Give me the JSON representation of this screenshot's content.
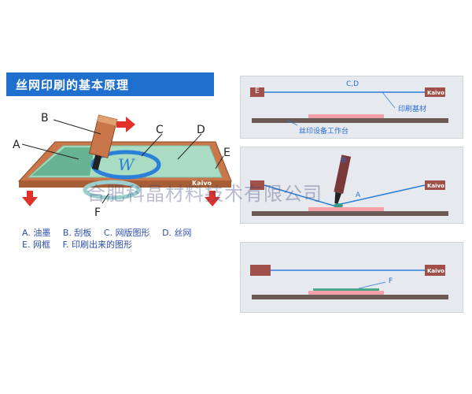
{
  "title": "丝网印刷的基本原理",
  "left_diagram": {
    "labels": {
      "a": "A",
      "b": "B",
      "c": "C",
      "d": "D",
      "e": "E",
      "f": "F"
    },
    "brand": "Kaivo",
    "screen_letter": "W"
  },
  "legend": {
    "row1": [
      {
        "key": "A.",
        "text": "油墨"
      },
      {
        "key": "B.",
        "text": "刮板"
      },
      {
        "key": "C.",
        "text": "网版图形"
      },
      {
        "key": "D.",
        "text": "丝网"
      }
    ],
    "row2": [
      {
        "key": "E.",
        "text": "网框"
      },
      {
        "key": "F.",
        "text": "印刷出来的图形"
      }
    ]
  },
  "panel1": {
    "label_e": "E",
    "label_cd": "C,D",
    "substrate": "印刷基材",
    "table": "丝印设备工作台",
    "brand": "Kaivo"
  },
  "panel2": {
    "label_b": "B",
    "label_a": "A",
    "brand": "Kaivo"
  },
  "panel3": {
    "label_f": "F",
    "brand": "Kaivo"
  },
  "watermark": "合肥科晶材料技术有限公司",
  "colors": {
    "title_bg": "#1f6fcf",
    "frame": "#c8764a",
    "screen": "#a9dcc3",
    "arrow": "#e0322b",
    "mesh_line": "#2a7fd8",
    "table": "#6b5a55",
    "substrate": "#f3a0a8",
    "block": "#a0504a"
  }
}
